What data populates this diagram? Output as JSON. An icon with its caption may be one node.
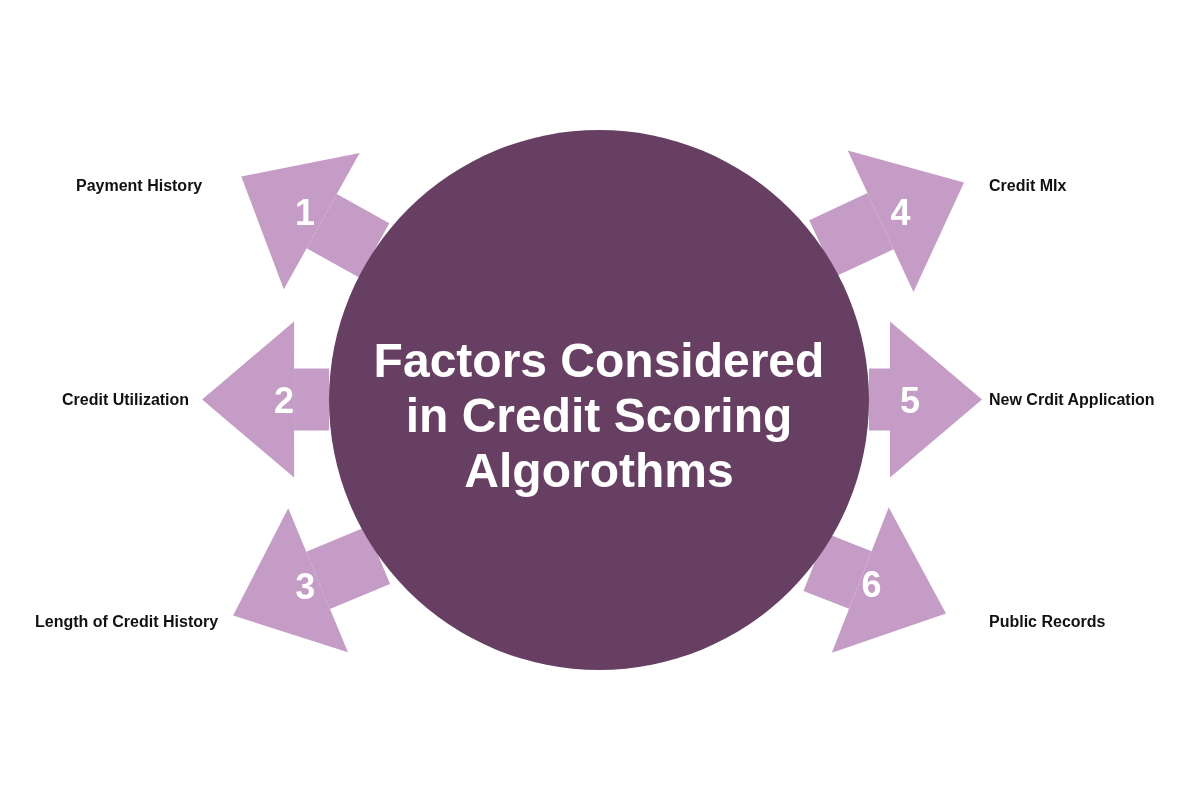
{
  "diagram": {
    "nodes": [
      {
        "text": [
          "Factors Considered in Credit Scoring Algorothms"
        ]
      },
      {
        "text": [
          "Payment History"
        ]
      },
      {
        "text": [
          "Credit Utilization"
        ]
      },
      {
        "text": [
          "Length of Credit History"
        ]
      },
      {
        "text": [
          "Credit MIx"
        ]
      },
      {
        "text": [
          "New Crdit Application"
        ]
      },
      {
        "text": [
          "Public Records"
        ]
      }
    ],
    "edges": [
      {
        "from": 0,
        "to": 1,
        "arrow": "to",
        "label": "1"
      },
      {
        "from": 0,
        "to": 2,
        "arrow": "to",
        "label": "2"
      },
      {
        "from": 0,
        "to": 3,
        "arrow": "to",
        "label": "3"
      },
      {
        "from": 0,
        "to": 4,
        "arrow": "to",
        "label": "4"
      },
      {
        "from": 0,
        "to": 5,
        "arrow": "to",
        "label": "5"
      },
      {
        "from": 0,
        "to": 6,
        "arrow": "to",
        "label": "6"
      }
    ]
  }
}
